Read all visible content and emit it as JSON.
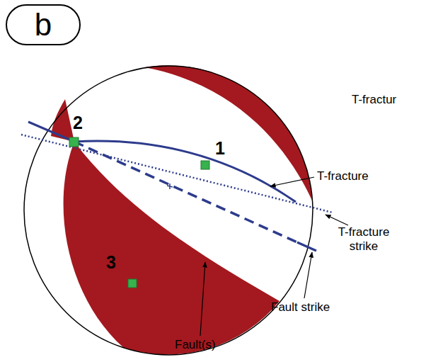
{
  "diagram": {
    "nodes": [
      {
        "text": [
          "b"
        ]
      }
    ],
    "labels": [
      "T-fractur",
      "1",
      "2",
      "3",
      "T-fracture",
      "T-fracture strike",
      "Fault strike",
      "Fault(s)"
    ]
  }
}
